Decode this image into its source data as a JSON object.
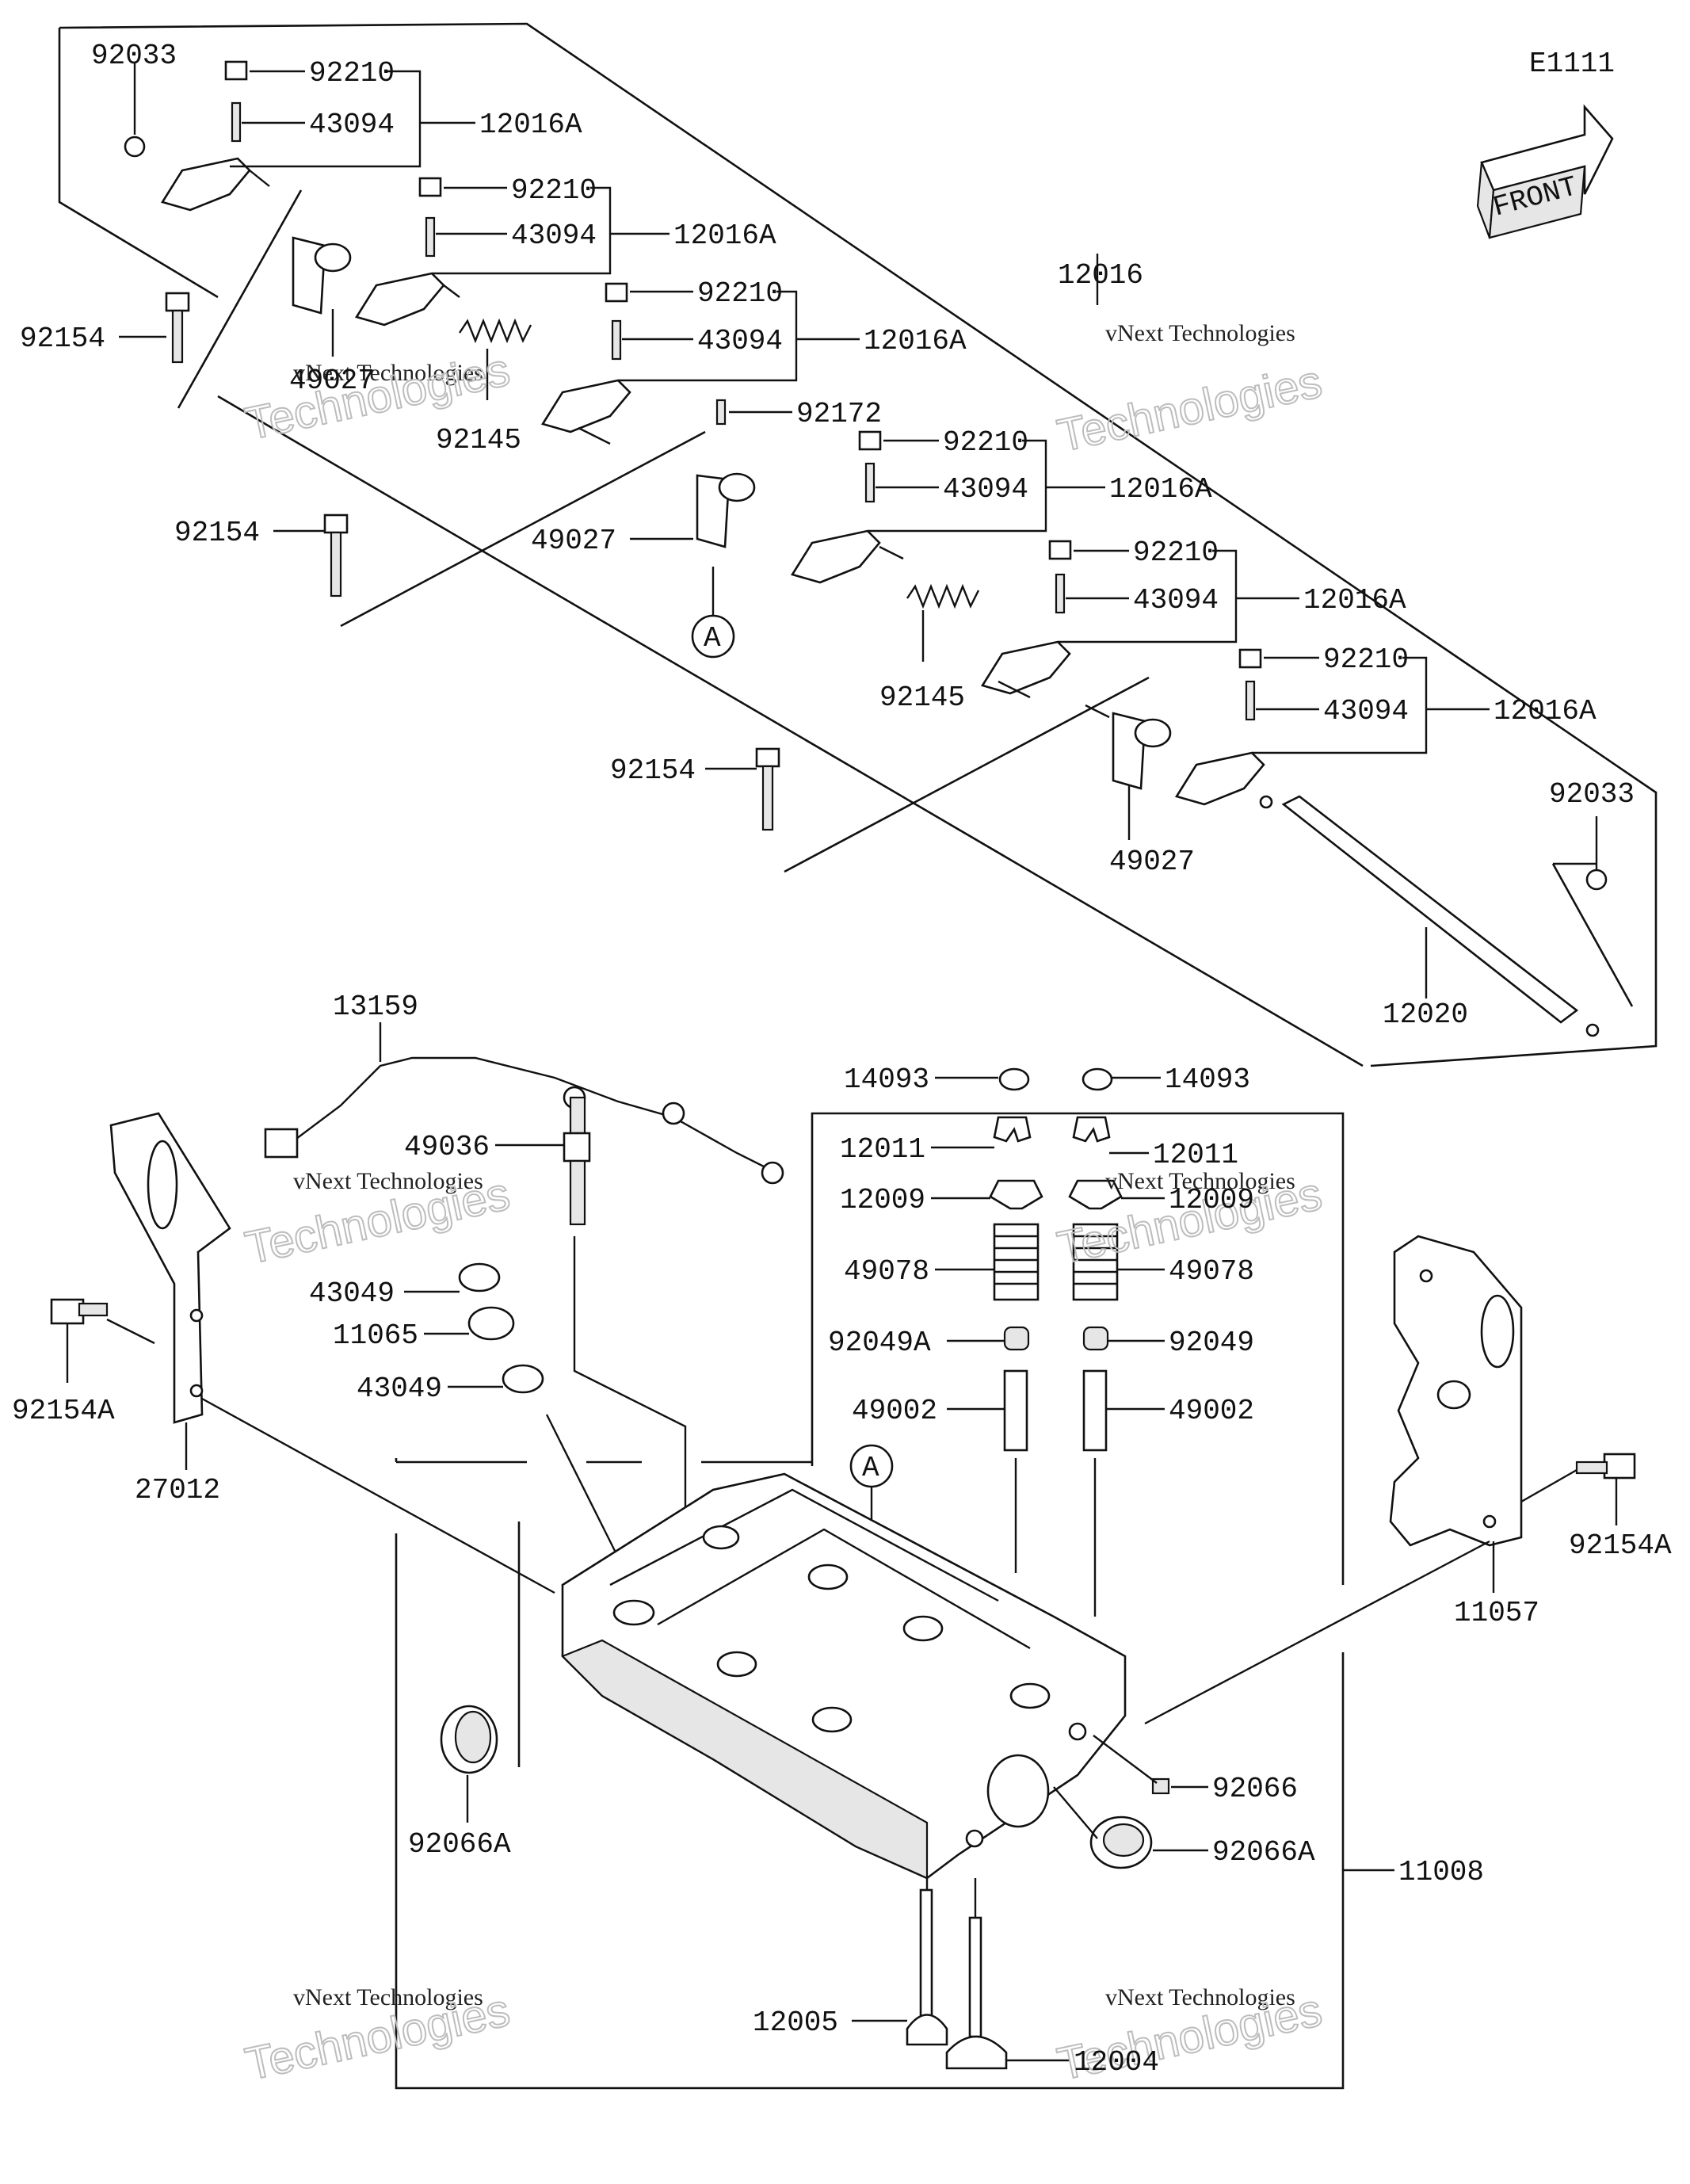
{
  "diagram_code": "E1111",
  "front_label": "FRONT",
  "watermark": {
    "line1": "vNext Technologies",
    "line2": "Technologies",
    "line3": "vNext"
  },
  "labels": {
    "l92033a": "92033",
    "l92210a": "92210",
    "l43094a": "43094",
    "l12016Aa": "12016A",
    "l92210b": "92210",
    "l43094b": "43094",
    "l12016Ab": "12016A",
    "l92210c": "92210",
    "l43094c": "43094",
    "l12016Ac": "12016A",
    "l92154a": "92154",
    "l49027a": "49027",
    "l92145a": "92145",
    "l92172": "92172",
    "l12016": "12016",
    "l92154b": "92154",
    "l49027b": "49027",
    "lA1": "A",
    "l92210d": "92210",
    "l43094d": "43094",
    "l12016Ad": "12016A",
    "l92210e": "92210",
    "l43094e": "43094",
    "l12016Ae": "12016A",
    "l92145b": "92145",
    "l92210f": "92210",
    "l43094f": "43094",
    "l12016Af": "12016A",
    "l92154c": "92154",
    "l49027c": "49027",
    "l92033b": "92033",
    "l12020": "12020",
    "l13159": "13159",
    "l49036": "49036",
    "l43049a": "43049",
    "l11065": "11065",
    "l43049b": "43049",
    "l92154Aa": "92154A",
    "l27012": "27012",
    "l14093a": "14093",
    "l14093b": "14093",
    "l12011a": "12011",
    "l12011b": "12011",
    "l12009a": "12009",
    "l12009b": "12009",
    "l49078a": "49078",
    "l49078b": "49078",
    "l92049A": "92049A",
    "l92049": "92049",
    "l49002a": "49002",
    "l49002b": "49002",
    "lA2": "A",
    "l11057": "11057",
    "l92154Ab": "92154A",
    "l92066": "92066",
    "l92066Aa": "92066A",
    "l92066Ab": "92066A",
    "l11008": "11008",
    "l12005": "12005",
    "l12004": "12004"
  }
}
